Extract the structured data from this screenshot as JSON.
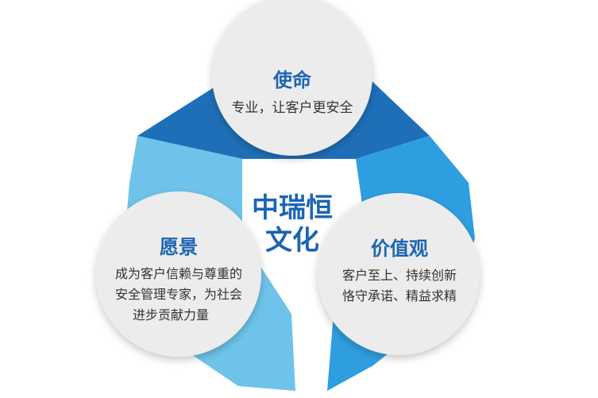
{
  "center": {
    "line1": "中瑞恒",
    "line2": "文化"
  },
  "nodes": {
    "mission": {
      "title": "使命",
      "lines": [
        "专业，让客户更安全"
      ]
    },
    "vision": {
      "title": "愿景",
      "lines": [
        "成为客户信赖与尊重的",
        "安全管理专家，为社会",
        "进步贡献力量"
      ]
    },
    "values": {
      "title": "价值观",
      "lines": [
        "客户至上、持续创新",
        "恪守承诺、精益求精"
      ]
    }
  },
  "colors": {
    "dark_blue": "#1f6fb8",
    "mid_blue": "#2f9ee0",
    "light_blue": "#6fc3ea",
    "circle_fill": "#ececec",
    "title_blue": "#1b65b3",
    "body_text": "#333333"
  }
}
